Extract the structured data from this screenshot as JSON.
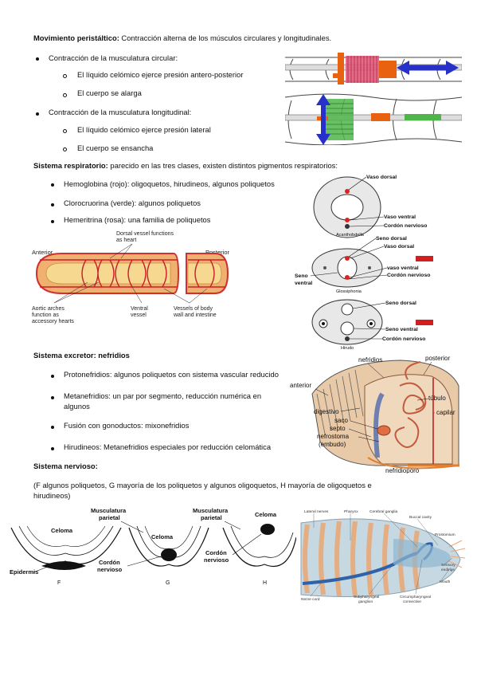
{
  "peristaltic": {
    "title": "Movimiento peristáltico:",
    "desc": " Contracción alterna de los músculos circulares y longitudinales.",
    "items": [
      {
        "text": "Contracción de la musculatura circular:",
        "sub": [
          "El líquido celómico ejerce presión antero-posterior",
          "El cuerpo se alarga"
        ]
      },
      {
        "text": "Contracción de la musculatura longitudinal:",
        "sub": [
          "El líquido celómico ejerce presión lateral",
          "El cuerpo se ensancha"
        ]
      }
    ]
  },
  "respiratory": {
    "title": "Sistema respiratorio:",
    "desc": " parecido en las tres clases, existen distintos pigmentos respiratorios:",
    "items": [
      "Hemoglobina (rojo): oligoquetos, hirudineos, algunos poliquetos",
      "Clorocruorina (verde): algunos poliquetos",
      "Hemeritrina (rosa): una familia de poliquetos"
    ]
  },
  "excretory": {
    "title": "Sistema excretor: nefridios",
    "items": [
      "Protonefridios: algunos poliquetos con sistema vascular reducido",
      "Metanefridios: un par por segmento, reducción numérica en",
      "algunos",
      "Fusión con gonoductos: mixonefridios",
      "Hirudineos: Metanefridios especiales por reducción celomática"
    ]
  },
  "nervous": {
    "title": "Sistema nervioso:",
    "desc_line1": "(F algunos poliquetos, G mayoría de los poliquetos y algunos oligoquetos, H mayoría de oligoquetos e",
    "desc_line2": "hirudineos)"
  },
  "fig_vessels": {
    "anterior": "Anterior",
    "posterior": "Posterior",
    "dorsal_l1": "Dorsal vessel functions",
    "dorsal_l2": "as heart",
    "aortic_l1": "Aortic arches",
    "aortic_l2": "function as",
    "aortic_l3": "accessory hearts",
    "ventral_l1": "Ventral",
    "ventral_l2": "vessel",
    "body_l1": "Vessels of body",
    "body_l2": "wall and intestine"
  },
  "fig_sections": {
    "vaso_dorsal": "Vaso dorsal",
    "vaso_ventral": "Vaso ventral",
    "cordon": "Cordón nervioso",
    "acanthobdella": "Acanthobdella",
    "seno_dorsal": "Seno dorsal",
    "vaso_dorsal2": "Vaso dorsal",
    "seno_l1": "Seno",
    "seno_l2": "ventral",
    "vaso_ventral2": "vaso ventral",
    "cordon2": "Cordón nervioso",
    "glossiphonia": "Glossiphonia",
    "seno_dorsal3": "Seno dorsal",
    "seno_ventral3": "Seno ventral",
    "cordon3": "Cordón nervioso",
    "hirudo": "Hirudo"
  },
  "fig_nephridia": {
    "nefridios": "nefridios",
    "posterior": "posterior",
    "anterior": "anterior",
    "tubulo": "túbulo",
    "digestivo": "digestivo",
    "capilar": "capilar",
    "saco": "saco",
    "septo": "septo",
    "nefrostoma": "nefrostoma",
    "embudo": "(embudo)",
    "nefridioporo": "nefridioporo"
  },
  "fig_nerve": {
    "musc1_l1": "Musculatura",
    "musc1_l2": "parietal",
    "celoma_f": "Celoma",
    "celoma_g": "Celoma",
    "epidermis": "Epidermis",
    "cordon_g_l1": "Cordón",
    "cordon_g_l2": "nervioso",
    "musc2_l1": "Musculatura",
    "musc2_l2": "parietal",
    "celoma_h": "Celoma",
    "cordon_h_l1": "Cordón",
    "cordon_h_l2": "nervioso",
    "f": "F",
    "g": "G",
    "h": "H"
  },
  "fig_anatomy": {
    "lateral_nerves": "Lateral nerves",
    "pharynx": "Pharynx",
    "cerebral": "Cerebral ganglia",
    "buccal": "Buccal cavity",
    "prostomium": "Prostomium",
    "sensory_l1": "Sensory",
    "sensory_l2": "endings",
    "mouth": "Mouth",
    "nerve_cord": "Nerve cord",
    "subph_l1": "Subpharyngeal",
    "subph_l2": "ganglion",
    "circum_l1": "Circumpharyngeal",
    "circum_l2": "connective"
  }
}
